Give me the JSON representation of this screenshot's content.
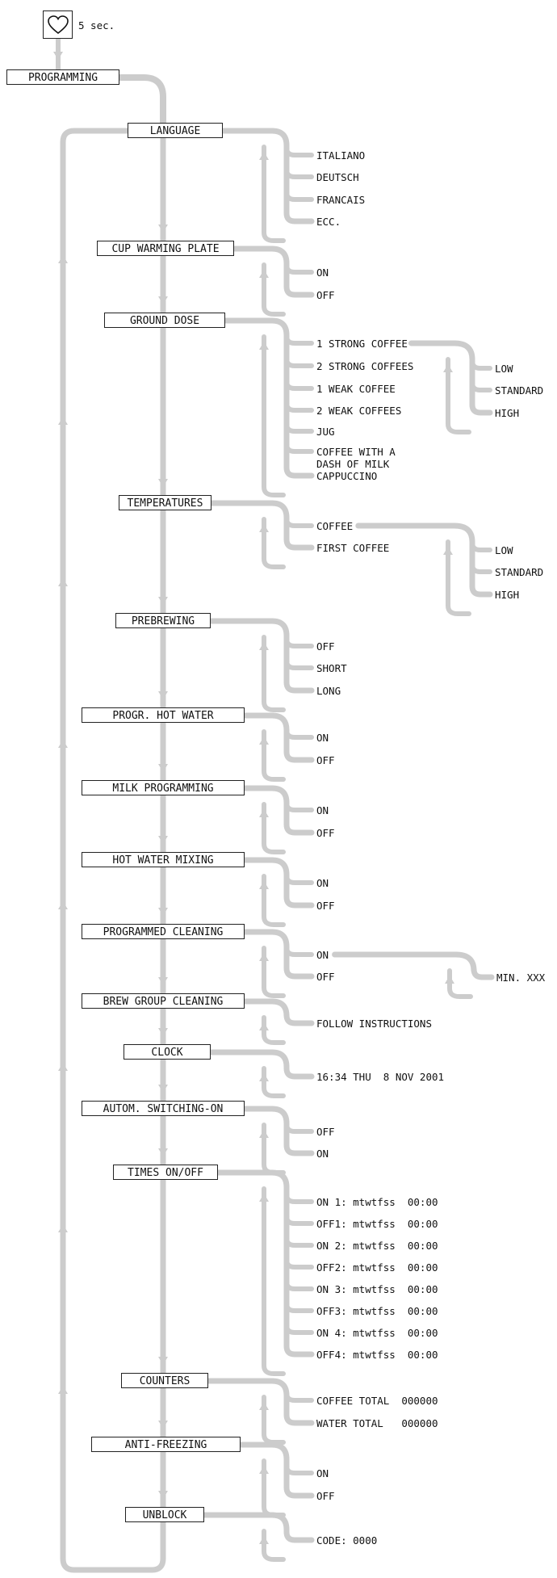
{
  "start": {
    "icon": "heart-icon",
    "hold_text": "5 sec."
  },
  "root_label": "PROGRAMMING",
  "menus": [
    {
      "key": "language",
      "label": "LANGUAGE",
      "options": [
        "ITALIANO",
        "DEUTSCH",
        "FRANCAIS",
        "ECC."
      ]
    },
    {
      "key": "cup_warming_plate",
      "label": "CUP WARMING PLATE",
      "options": [
        "ON",
        "OFF"
      ]
    },
    {
      "key": "ground_dose",
      "label": "GROUND DOSE",
      "options": [
        "1 STRONG COFFEE",
        "2 STRONG COFFEES",
        "1 WEAK COFFEE",
        "2 WEAK COFFEES",
        "JUG",
        "COFFEE WITH A\nDASH OF MILK",
        "CAPPUCCINO"
      ],
      "sub_options": [
        "LOW",
        "STANDARD",
        "HIGH"
      ]
    },
    {
      "key": "temperatures",
      "label": "TEMPERATURES",
      "options": [
        "COFFEE",
        "FIRST COFFEE"
      ],
      "sub_options": [
        "LOW",
        "STANDARD",
        "HIGH"
      ]
    },
    {
      "key": "prebrewing",
      "label": "PREBREWING",
      "options": [
        "OFF",
        "SHORT",
        "LONG"
      ]
    },
    {
      "key": "progr_hot_water",
      "label": "PROGR. HOT WATER",
      "options": [
        "ON",
        "OFF"
      ]
    },
    {
      "key": "milk_programming",
      "label": "MILK PROGRAMMING",
      "options": [
        "ON",
        "OFF"
      ]
    },
    {
      "key": "hot_water_mixing",
      "label": "HOT WATER MIXING",
      "options": [
        "ON",
        "OFF"
      ]
    },
    {
      "key": "programmed_cleaning",
      "label": "PROGRAMMED CLEANING",
      "options": [
        "ON",
        "OFF"
      ],
      "sub_options": [
        "MIN. XXX"
      ]
    },
    {
      "key": "brew_group_cleaning",
      "label": "BREW GROUP CLEANING",
      "options": [
        "FOLLOW INSTRUCTIONS"
      ]
    },
    {
      "key": "clock",
      "label": "CLOCK",
      "options": [
        "16:34 THU  8 NOV 2001"
      ]
    },
    {
      "key": "autom_switching_on",
      "label": "AUTOM. SWITCHING-ON",
      "options": [
        "OFF",
        "ON"
      ]
    },
    {
      "key": "times_on_off",
      "label": "TIMES ON/OFF",
      "options": [
        "ON 1: mtwtfss  00:00",
        "OFF1: mtwtfss  00:00",
        "ON 2: mtwtfss  00:00",
        "OFF2: mtwtfss  00:00",
        "ON 3: mtwtfss  00:00",
        "OFF3: mtwtfss  00:00",
        "ON 4: mtwtfss  00:00",
        "OFF4: mtwtfss  00:00"
      ]
    },
    {
      "key": "counters",
      "label": "COUNTERS",
      "options": [
        "COFFEE TOTAL  000000",
        "WATER TOTAL   000000"
      ]
    },
    {
      "key": "anti_freezing",
      "label": "ANTI-FREEZING",
      "options": [
        "ON",
        "OFF"
      ]
    },
    {
      "key": "unblock",
      "label": "UNBLOCK",
      "options": [
        "CODE: 0000"
      ]
    }
  ],
  "line_color": "#cccccc"
}
